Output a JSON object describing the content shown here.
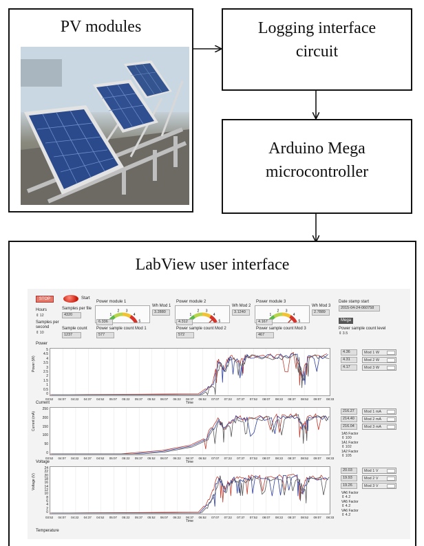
{
  "pv_box": {
    "title": "PV modules"
  },
  "logging_box": {
    "title_line1": "Logging interface",
    "title_line2": "circuit"
  },
  "arduino_box": {
    "title_line1": "Arduino Mega",
    "title_line2": "microcontroller"
  },
  "labview_box": {
    "title": "LabView user interface"
  },
  "colors": {
    "mod1": "#c0392b",
    "mod2": "#2c3e9e",
    "mod3": "#555555",
    "stop": "#e47a6a"
  },
  "lv": {
    "stop_label": "STOP",
    "start_label": "Start",
    "hours_label": "Hours",
    "hours_value": "12",
    "samples_per_file_label": "Samples per file",
    "samples_per_file_value": "4320",
    "samples_per_second_label": "Samples per second",
    "samples_per_second_value": "10",
    "sample_count_label": "Sample count",
    "sample_count_value": "1237",
    "gauges": [
      {
        "title": "Power module 1",
        "unit": "Wh Mod 1",
        "value": "6.336",
        "wh": "3.2880",
        "count_label": "Power sample count  Mod 1",
        "count": "577"
      },
      {
        "title": "Power module 2",
        "unit": "Wh Mod 2",
        "value": "4.312",
        "wh": "3.1240",
        "count_label": "Power sample count  Mod 2",
        "count": "572"
      },
      {
        "title": "Power module 3",
        "unit": "Wh Mod 3",
        "value": "4.167",
        "wh": "2.7889",
        "count_label": "Power sample count  Mod 3",
        "count": "467"
      }
    ],
    "gauge_ticks": [
      "0",
      "1",
      "2",
      "3",
      "4",
      "5"
    ],
    "date_label": "Date stamp start",
    "date_value": "2015-04-24-060758",
    "mega_label": "Mega",
    "level_label": "Power sample count level",
    "level_value": "3.5",
    "time_ticks": [
      "03:52",
      "04:07",
      "04:22",
      "04:37",
      "04:52",
      "05:07",
      "05:22",
      "05:37",
      "05:52",
      "06:07",
      "06:22",
      "06:37",
      "06:52",
      "07:07",
      "07:22",
      "07:37",
      "07:52",
      "08:07",
      "08:22",
      "08:37",
      "08:52",
      "09:07",
      "08:33"
    ],
    "time_label": "Time",
    "power": {
      "section": "Power",
      "ylabel": "Power (W)",
      "yticks": [
        "5",
        "4.5",
        "4",
        "3.5",
        "3",
        "2.5",
        "2",
        "1.5",
        "1",
        "0.5",
        "0"
      ],
      "readouts": [
        "4.36",
        "4.31",
        "4.17"
      ],
      "legend": [
        "Mod 1 W",
        "Mod 2 W",
        "Mod 3 W"
      ]
    },
    "current": {
      "section": "Current",
      "ylabel": "Current (mA)",
      "yticks": [
        "250",
        "200",
        "150",
        "100",
        "50",
        "0"
      ],
      "readouts": [
        "216.27",
        "214.40",
        "216.04"
      ],
      "legend": [
        "Mod 1  mA",
        "Mod 2  mA",
        "Mod 3  mA"
      ],
      "factors": [
        {
          "label": "1A5 Factor",
          "value": "100"
        },
        {
          "label": "1A1 Factor",
          "value": "102"
        },
        {
          "label": "1A2 Factor",
          "value": "105"
        }
      ]
    },
    "voltage": {
      "section": "Voltage",
      "ylabel": "Voltage (V)",
      "yticks": [
        "24",
        "22",
        "20",
        "18",
        "16",
        "14",
        "12",
        "10",
        "8",
        "6",
        "4",
        "2",
        "0"
      ],
      "readouts": [
        "20.03",
        "19.93",
        "19.26"
      ],
      "legend": [
        "Mod 1 V",
        "Mod 2 V",
        "Mod 3 V"
      ],
      "factors": [
        {
          "label": "VA6 Factor",
          "value": "4.2"
        },
        {
          "label": "VA5 Factor",
          "value": "4.2"
        },
        {
          "label": "VA6 Factor",
          "value": "4.2"
        }
      ]
    },
    "temperature_label": "Temperature"
  }
}
